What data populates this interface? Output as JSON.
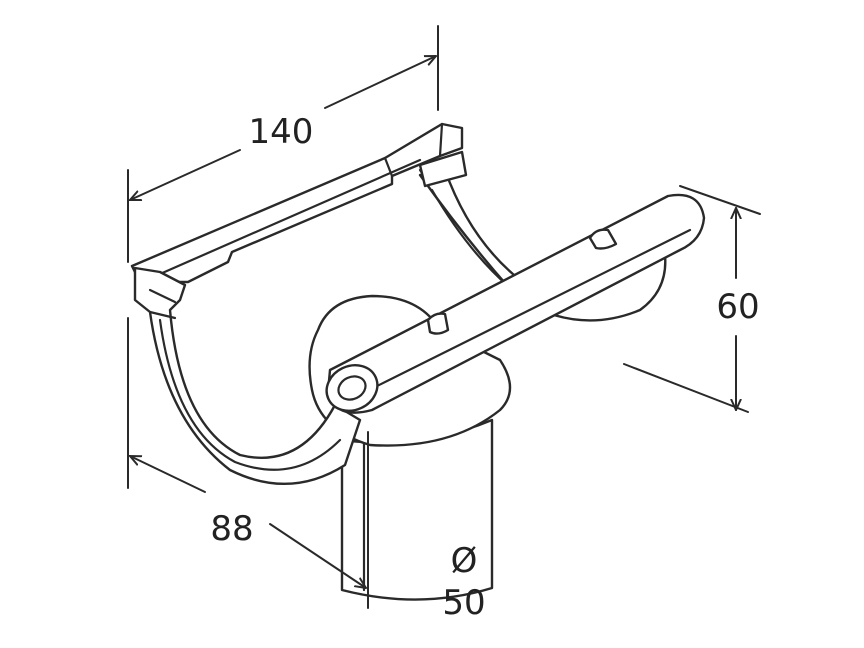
{
  "dimensions": {
    "length": "140",
    "height": "60",
    "depth": "88",
    "outlet_symbol": "Ø",
    "outlet_diameter": "50"
  },
  "colors": {
    "line": "#2a2a2a",
    "fill": "#ffffff",
    "text": "#222222"
  }
}
